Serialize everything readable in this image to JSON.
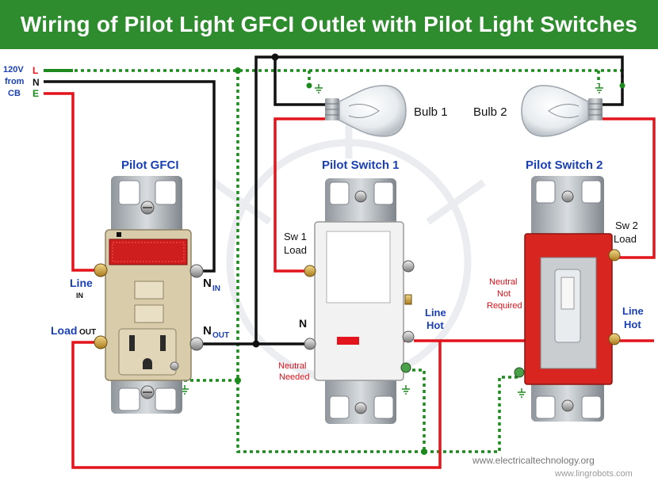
{
  "title": "Wiring of Pilot Light GFCI Outlet with Pilot Light Switches",
  "supply": {
    "source_top": "120V",
    "source_mid": "from",
    "source_bot": "CB",
    "line": "L",
    "neutral": "N",
    "earth": "E"
  },
  "gfci": {
    "title": "Pilot GFCI",
    "line_label": "Line",
    "line_sub": "IN",
    "load_label": "Load",
    "load_sub": "OUT",
    "n_in": "N",
    "n_in_sub": "IN",
    "n_out": "N",
    "n_out_sub": "OUT"
  },
  "switch1": {
    "title": "Pilot Switch 1",
    "sw_label_1": "Sw 1",
    "sw_label_2": "Load",
    "n_label": "N",
    "neutral_1": "Neutral",
    "neutral_2": "Needed",
    "line_1": "Line",
    "line_2": "Hot"
  },
  "switch2": {
    "title": "Pilot Switch 2",
    "sw_label_1": "Sw 2",
    "sw_label_2": "Load",
    "neutral_1": "Neutral",
    "neutral_2": "Not",
    "neutral_3": "Required",
    "line_1": "Line",
    "line_2": "Hot"
  },
  "bulbs": {
    "bulb1": "Bulb 1",
    "bulb2": "Bulb 2"
  },
  "footer": {
    "website": "www.electricaltechnology.org",
    "watermark": "www.lingrobots.com"
  },
  "colors": {
    "title_bg": "#2e8b2e",
    "line_wire": "#e3141c",
    "neutral_wire": "#111111",
    "earth_wire": "#1c8a1c",
    "label_blue": "#1a3fb3"
  }
}
